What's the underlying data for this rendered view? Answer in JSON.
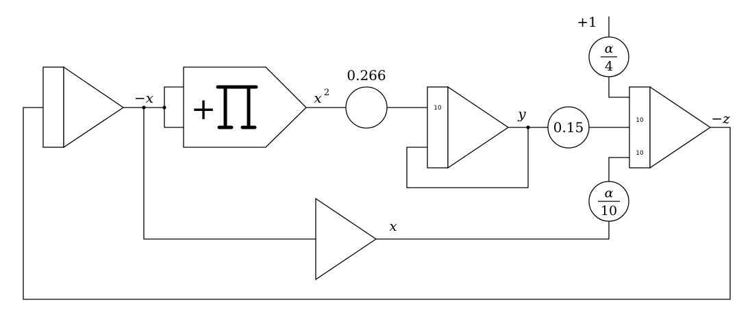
{
  "signals": {
    "neg_x": "−x",
    "x_squared_base": "x",
    "x_squared_exp": "2",
    "y": "y",
    "neg_z": "−z",
    "x": "x"
  },
  "coefficients": {
    "c1": "0.266",
    "c2": "0.15",
    "alpha_num": "α",
    "alpha4_den": "4",
    "alpha10_den": "10"
  },
  "constant_input": "+1",
  "input_weights": {
    "int1": "10",
    "int2_top": "10",
    "int2_bottom": "10"
  },
  "multiplier": {
    "plus": "+",
    "symbol": "Π"
  }
}
